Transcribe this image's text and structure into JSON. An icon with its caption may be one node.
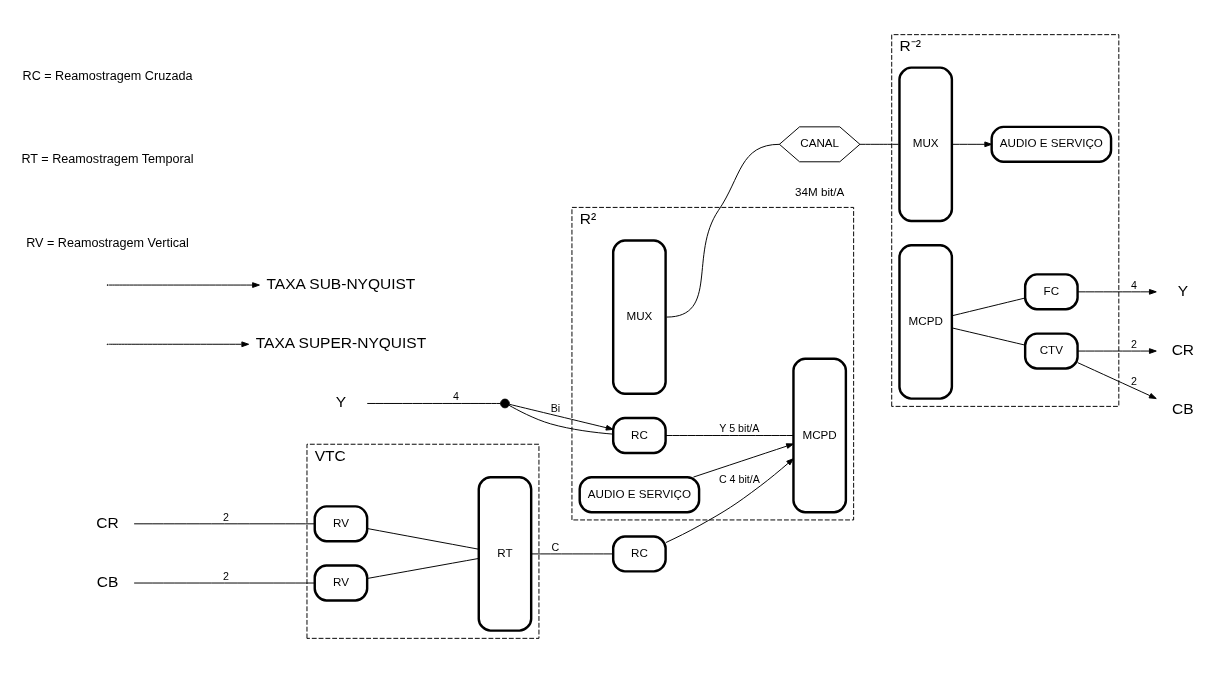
{
  "diagram": {
    "nodes": [
      {
        "text": [
          "Y"
        ]
      },
      {
        "text": [
          "CR"
        ]
      },
      {
        "text": [
          "CB"
        ]
      },
      {
        "text": [],
        "shape": "circle"
      },
      {
        "text": [
          "R²"
        ]
      },
      {
        "text": [
          "RC"
        ],
        "in": 4
      },
      {
        "text": [
          "VTC"
        ]
      },
      {
        "text": [
          "RV"
        ],
        "in": 6
      },
      {
        "text": [
          "RV"
        ],
        "in": 6
      },
      {
        "text": [
          "RT"
        ],
        "in": 6
      },
      {
        "text": [
          "RC"
        ]
      },
      {
        "text": [
          "MCPD"
        ],
        "in": 4
      },
      {
        "text": [
          "MUX"
        ],
        "in": 4
      },
      {
        "text": [
          "AUDIO E SERVIÇO"
        ],
        "in": 4
      },
      {
        "text": [
          "CANAL"
        ],
        "beside": [
          "34M bit/A"
        ]
      },
      {
        "text": [
          "R⁻²"
        ]
      },
      {
        "text": [
          "MUX"
        ],
        "in": 15
      },
      {
        "text": [
          "MCPD"
        ],
        "in": 15
      },
      {
        "text": [
          "FC"
        ],
        "in": 15
      },
      {
        "text": [
          "CTV"
        ],
        "in": 15
      },
      {
        "text": [
          "AUDIO E SERVIÇO"
        ],
        "in": 15
      },
      {
        "text": [
          "Y"
        ]
      },
      {
        "text": [
          "CR"
        ]
      },
      {
        "text": [
          "CB"
        ]
      },
      {
        "text": [
          "TAXA SUPER-NYQUIST"
        ]
      },
      {
        "text": [
          "TAXA SUB-NYQUIST"
        ]
      }
    ],
    "edges": [
      {
        "from": 0,
        "to": 3,
        "arrow": "none",
        "label": "4"
      },
      {
        "from": 3,
        "to": 5,
        "arrow": "none"
      },
      {
        "from": 3,
        "to": 5,
        "arrow": "to",
        "label": "Bi"
      },
      {
        "from": 1,
        "to": 7,
        "arrow": "none",
        "label": "2"
      },
      {
        "from": 2,
        "to": 8,
        "arrow": "none",
        "label": "2"
      },
      {
        "from": 7,
        "to": 9,
        "arrow": "none"
      },
      {
        "from": 8,
        "to": 9,
        "arrow": "none"
      },
      {
        "from": 9,
        "to": 10,
        "arrow": "none",
        "label": "C"
      },
      {
        "from": 5,
        "to": 11,
        "arrow": "none",
        "label": "Y 5 bit/A"
      },
      {
        "from": 10,
        "to": 11,
        "arrow": "to",
        "label": "C 4 bit/A"
      },
      {
        "from": 13,
        "to": 11,
        "arrow": "to"
      },
      {
        "from": 12,
        "to": 14,
        "arrow": "none"
      },
      {
        "from": 14,
        "to": 16,
        "arrow": "none"
      },
      {
        "from": 17,
        "to": 18,
        "arrow": "none"
      },
      {
        "from": 18,
        "to": 21,
        "arrow": "to",
        "label": "4"
      },
      {
        "from": 17,
        "to": 19,
        "arrow": "none"
      },
      {
        "from": 19,
        "to": 22,
        "arrow": "to",
        "label": "2"
      },
      {
        "from": 19,
        "to": 23,
        "arrow": "to",
        "label": "2"
      },
      {
        "from": 16,
        "to": 20,
        "arrow": "to"
      },
      {
        "from": null,
        "to": 24,
        "arrow": "to"
      },
      {
        "from": null,
        "to": 25,
        "arrow": "to"
      }
    ],
    "labels": [
      "RC = Reamostragem Cruzada",
      "RT = Reamostragem Temporal",
      "RV = Reamostragem Vertical"
    ]
  }
}
